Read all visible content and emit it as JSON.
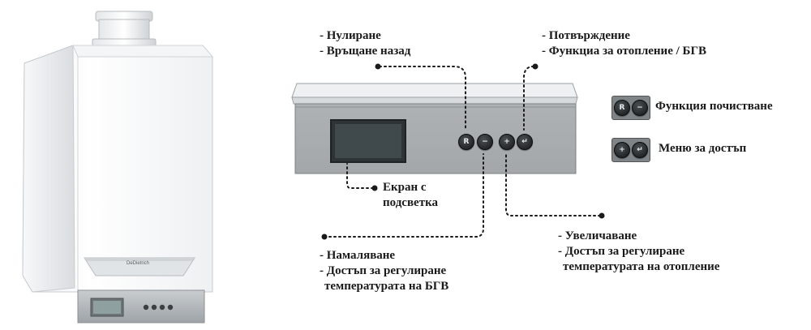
{
  "boiler": {
    "brand": "DeDietrich"
  },
  "panel": {
    "buttons": [
      {
        "symbol": "R",
        "icon": "reset-button-icon"
      },
      {
        "symbol": "−",
        "icon": "minus-button-icon"
      },
      {
        "symbol": "+",
        "icon": "plus-button-icon"
      },
      {
        "symbol": "↵",
        "icon": "enter-button-icon"
      }
    ]
  },
  "callouts": {
    "top_left": [
      "- Нулиране",
      "- Връщане назад"
    ],
    "top_right": [
      "- Потвърждение",
      "- Функциа за отопление / БГВ"
    ],
    "screen": [
      "Екран с",
      "подсветка"
    ],
    "bottom_left": [
      "- Намаляване",
      "- Достъп за регулиране",
      "температурата на  БГВ"
    ],
    "bottom_right": [
      "- Увеличаване",
      "- Достъп за регулиране",
      "температурата на  отопление"
    ]
  },
  "legend": [
    {
      "keys": [
        "R",
        "−"
      ],
      "label": "Функция почистване"
    },
    {
      "keys": [
        "+",
        "↵"
      ],
      "label": "Меню за достъп"
    }
  ]
}
